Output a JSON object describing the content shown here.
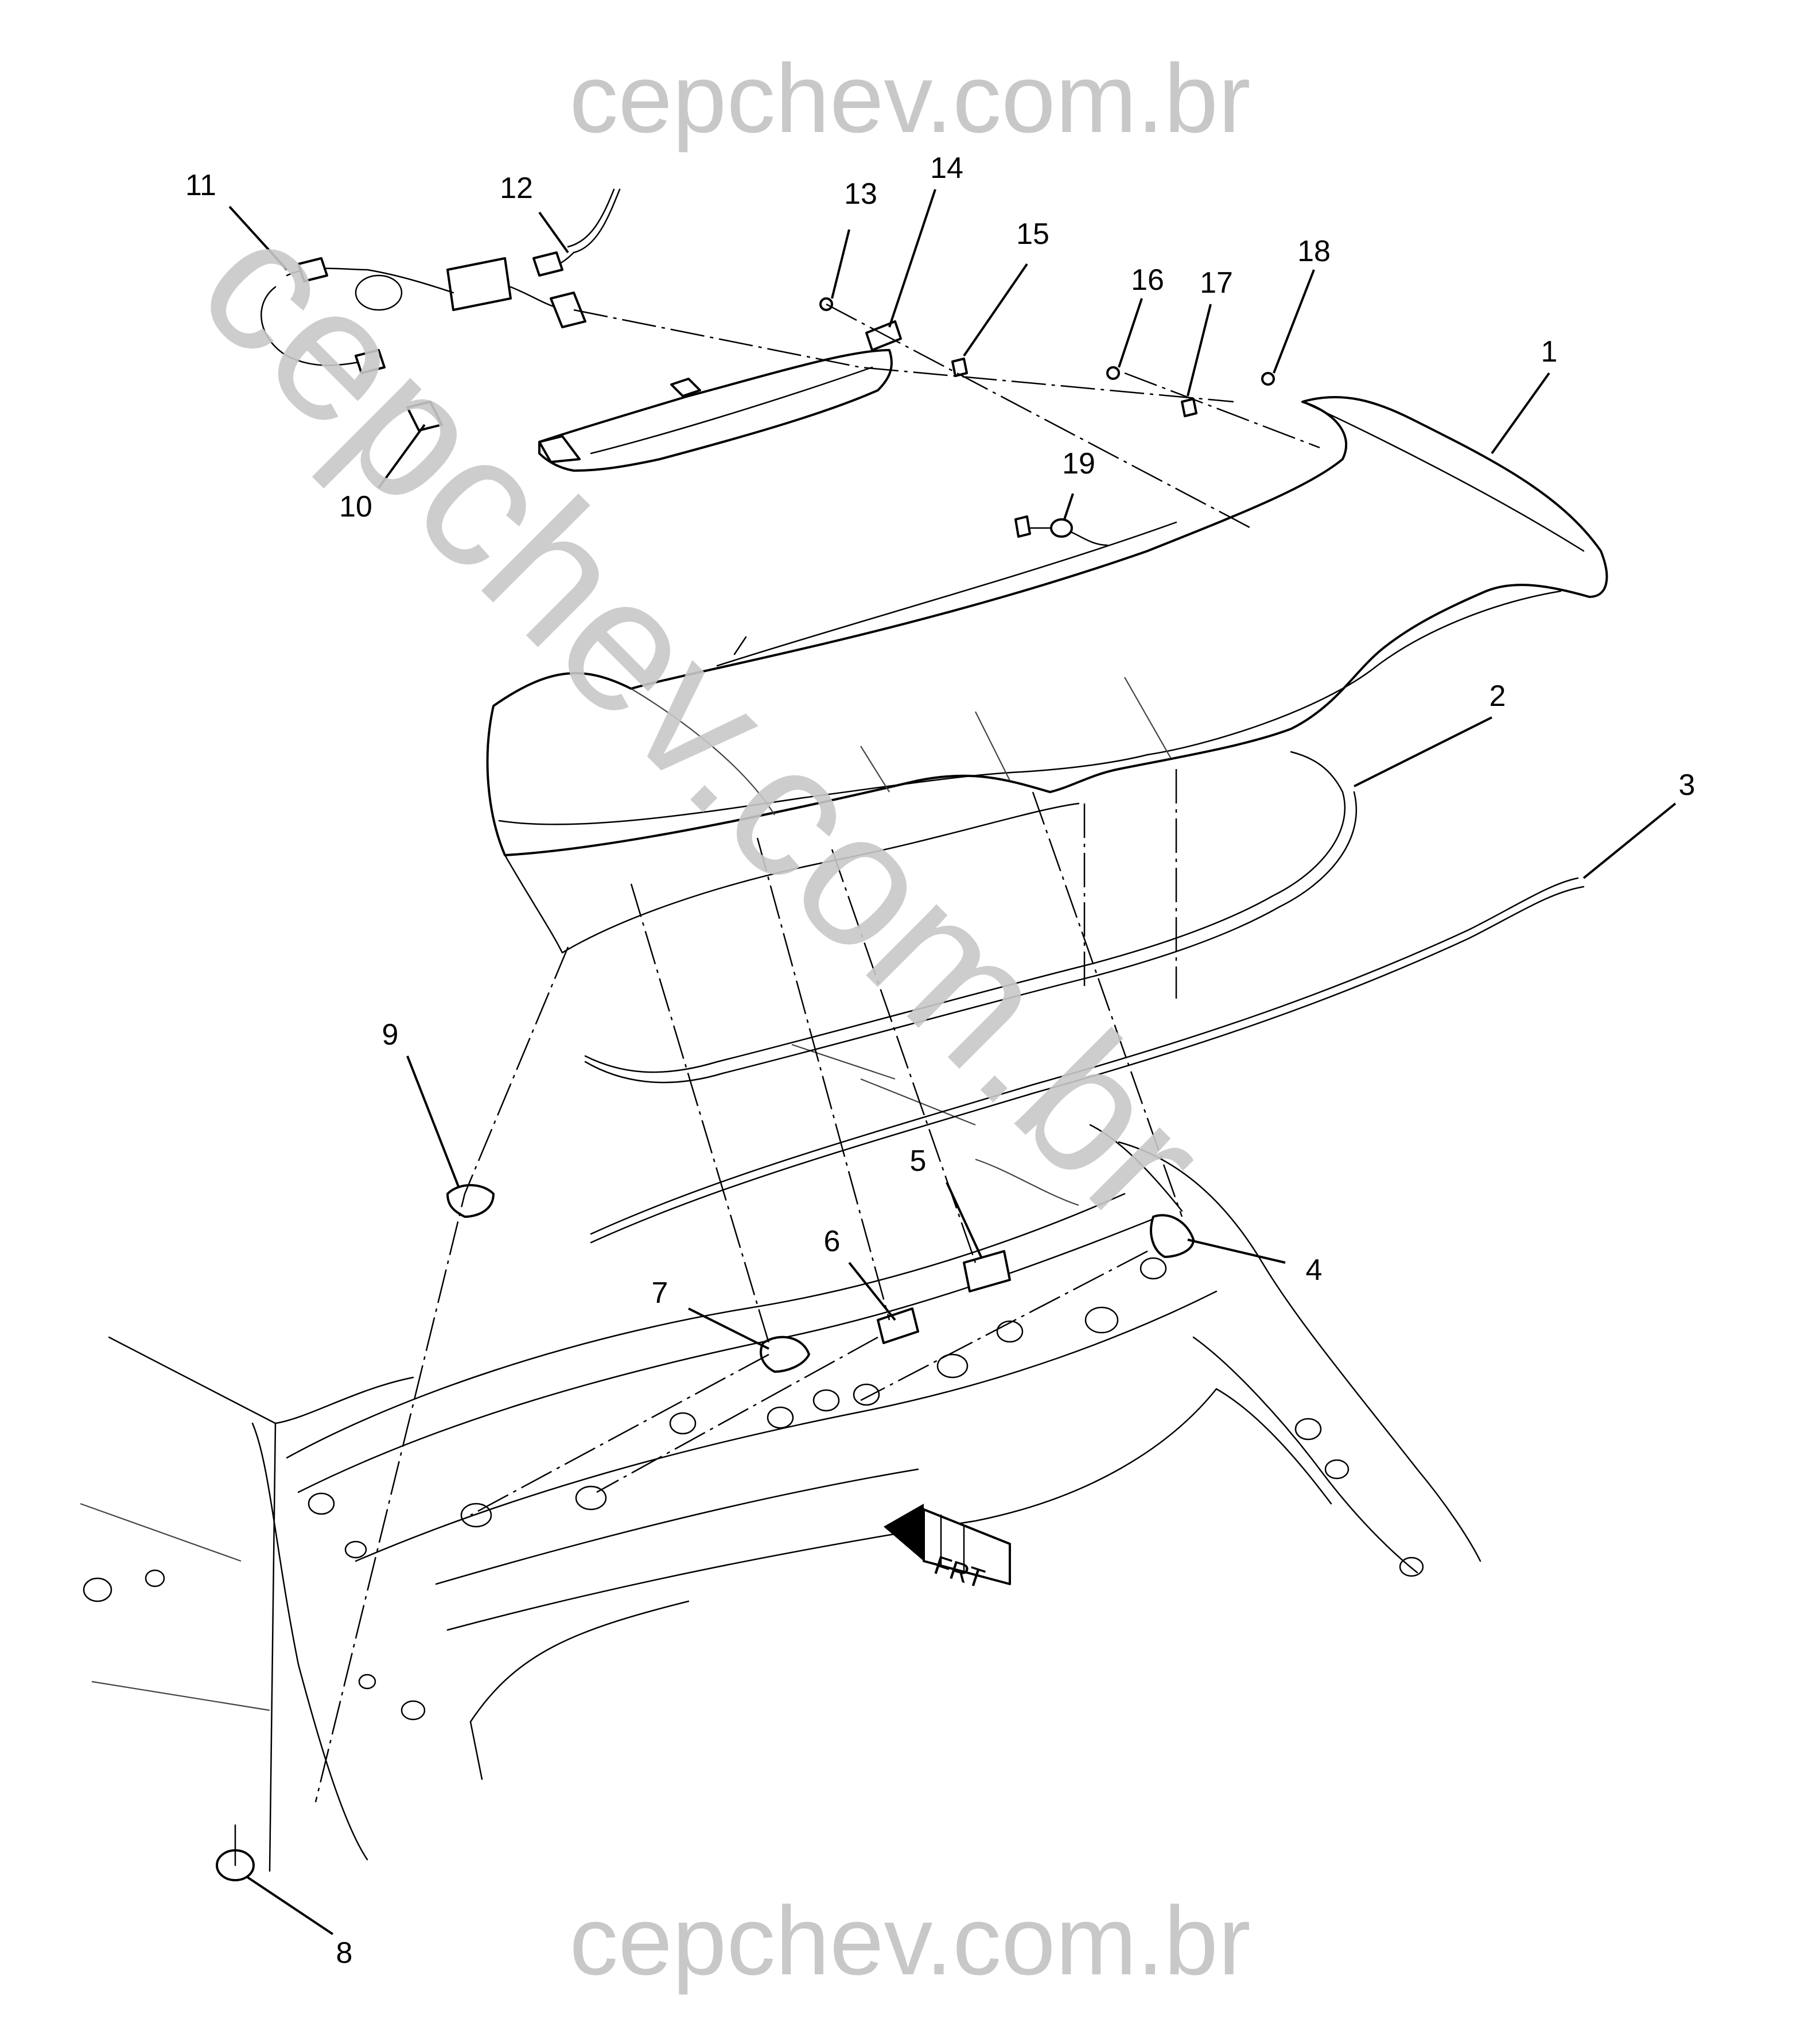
{
  "watermarks": {
    "top": "cepchev.com.br",
    "bottom": "cepchev.com.br",
    "diagonal": "cepchev.com.br"
  },
  "direction_marker": {
    "label": "FRT"
  },
  "callouts": [
    {
      "number": "1"
    },
    {
      "number": "2"
    },
    {
      "number": "3"
    },
    {
      "number": "4"
    },
    {
      "number": "5"
    },
    {
      "number": "6"
    },
    {
      "number": "7"
    },
    {
      "number": "8"
    },
    {
      "number": "9"
    },
    {
      "number": "10"
    },
    {
      "number": "11"
    },
    {
      "number": "12"
    },
    {
      "number": "13"
    },
    {
      "number": "14"
    },
    {
      "number": "15"
    },
    {
      "number": "16"
    },
    {
      "number": "17"
    },
    {
      "number": "18"
    },
    {
      "number": "19"
    }
  ]
}
